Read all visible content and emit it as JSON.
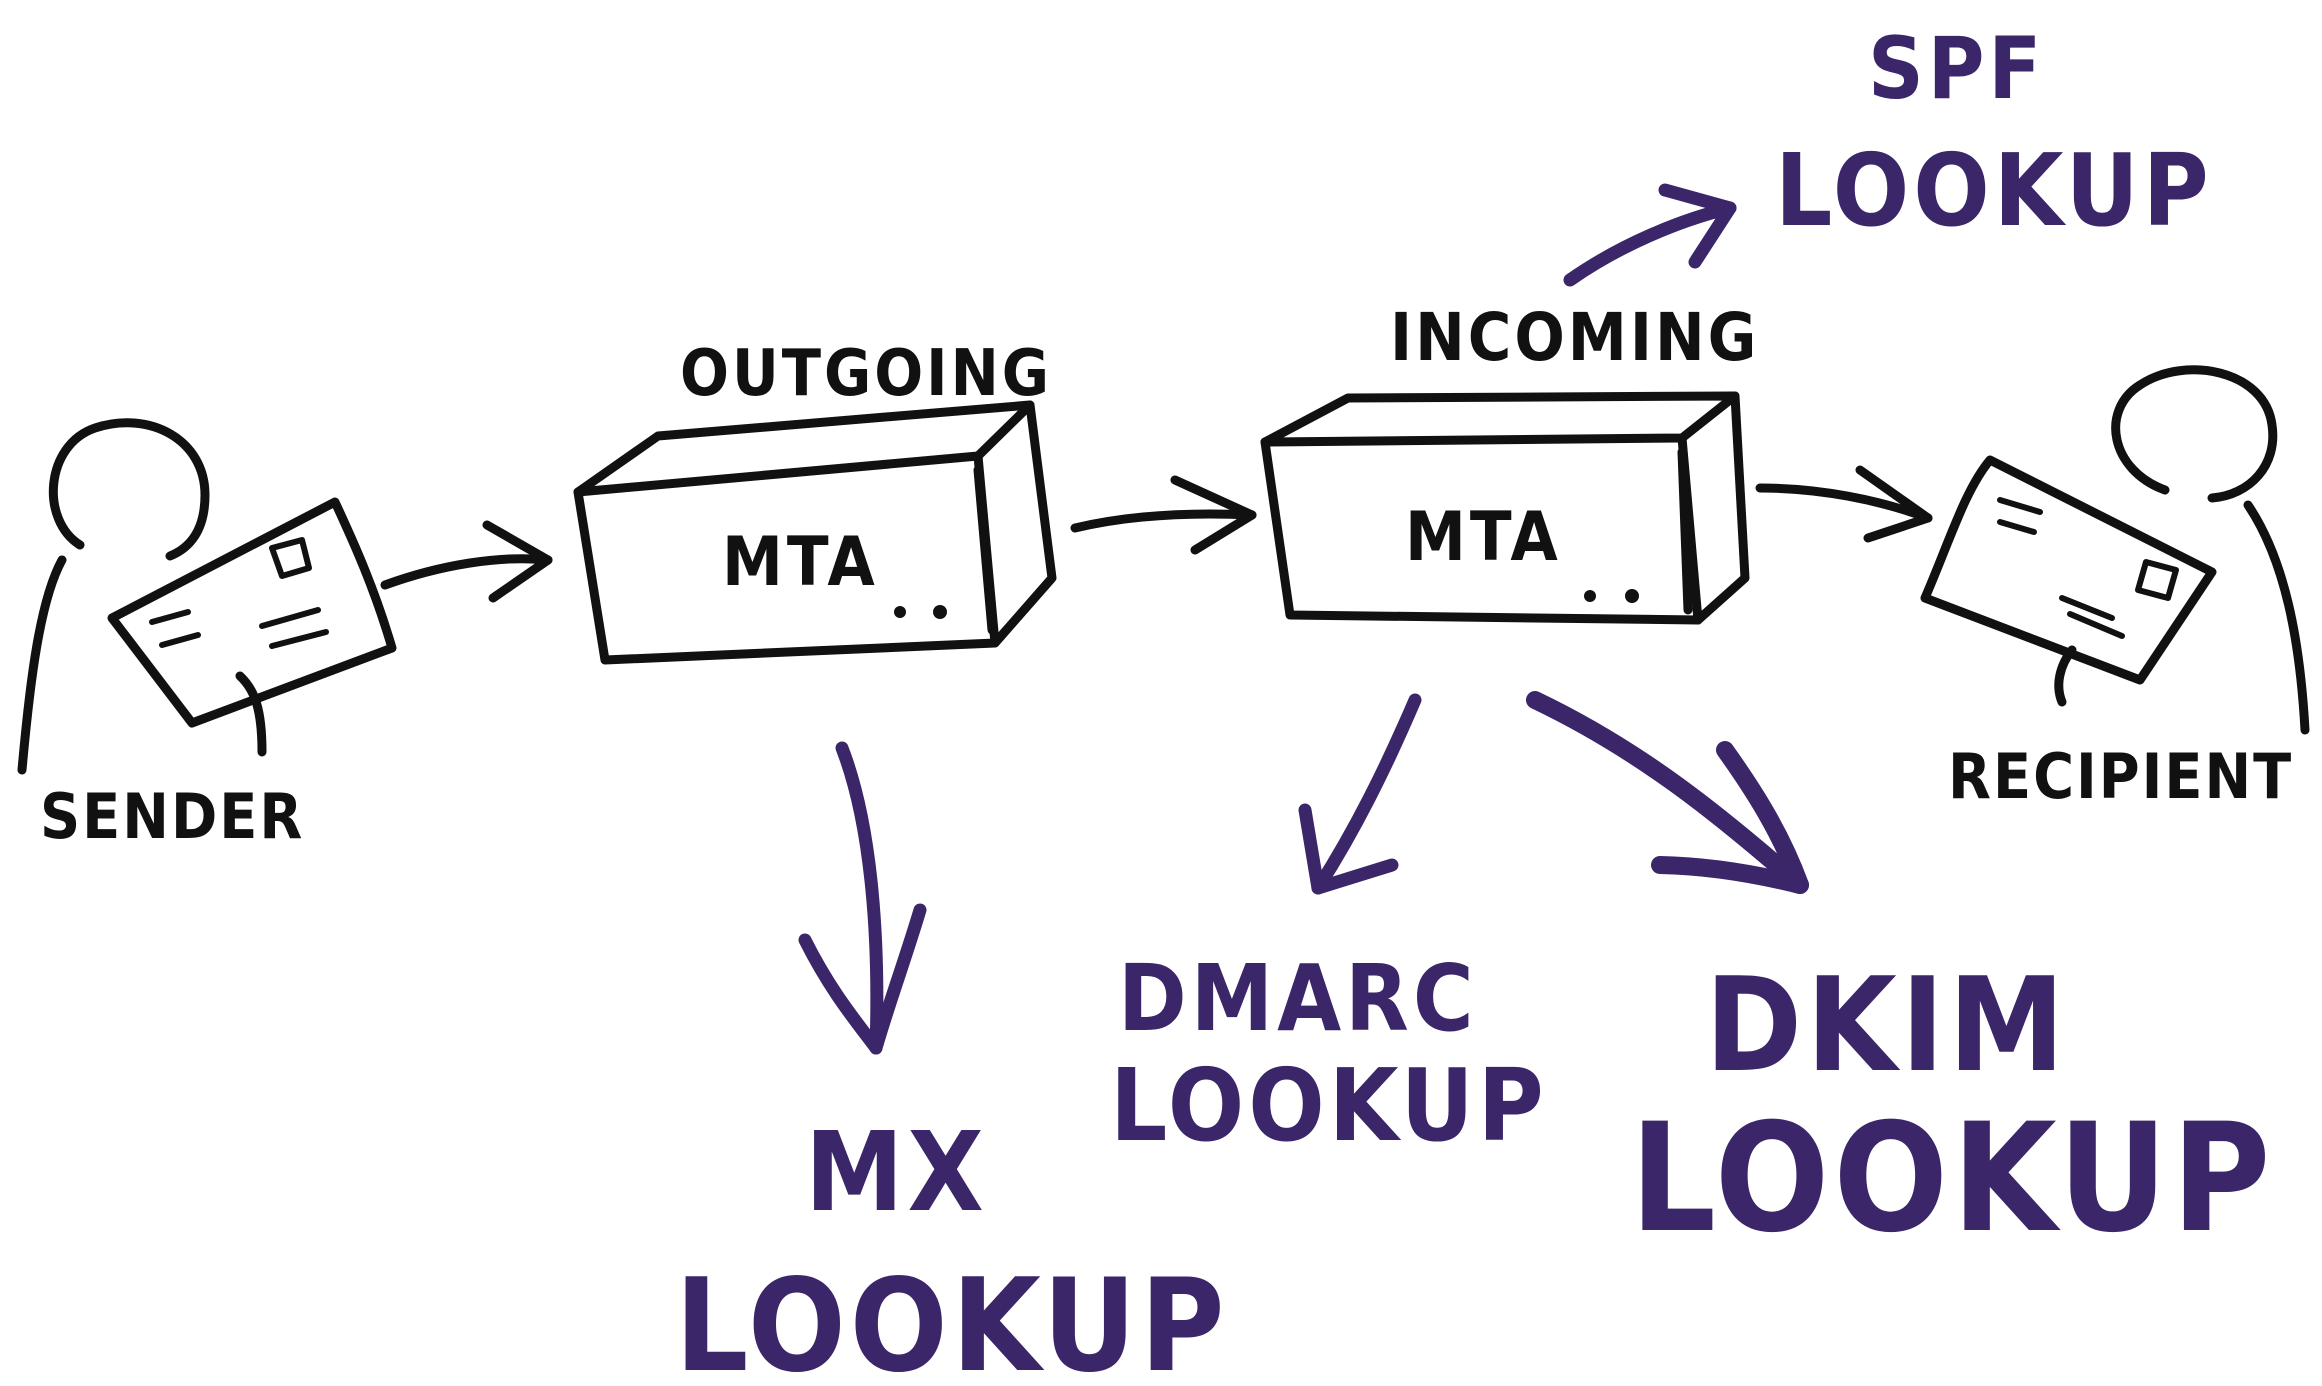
{
  "colors": {
    "ink": "#111111",
    "accent": "#3a2669",
    "background": "#ffffff"
  },
  "actors": {
    "sender": "SENDER",
    "recipient": "RECIPIENT"
  },
  "servers": {
    "outgoing": {
      "caption": "OUTGOING",
      "label": "MTA"
    },
    "incoming": {
      "caption": "INCOMING",
      "label": "MTA"
    }
  },
  "lookups": {
    "mx": {
      "line1": "MX",
      "line2": "LOOKUP"
    },
    "spf": {
      "line1": "SPF",
      "line2": "LOOKUP"
    },
    "dmarc": {
      "line1": "DMARC",
      "line2": "LOOKUP"
    },
    "dkim": {
      "line1": "DKIM",
      "line2": "LOOKUP"
    }
  },
  "icons": [
    "person-icon",
    "envelope-icon",
    "server-box-icon",
    "arrow-icon"
  ]
}
